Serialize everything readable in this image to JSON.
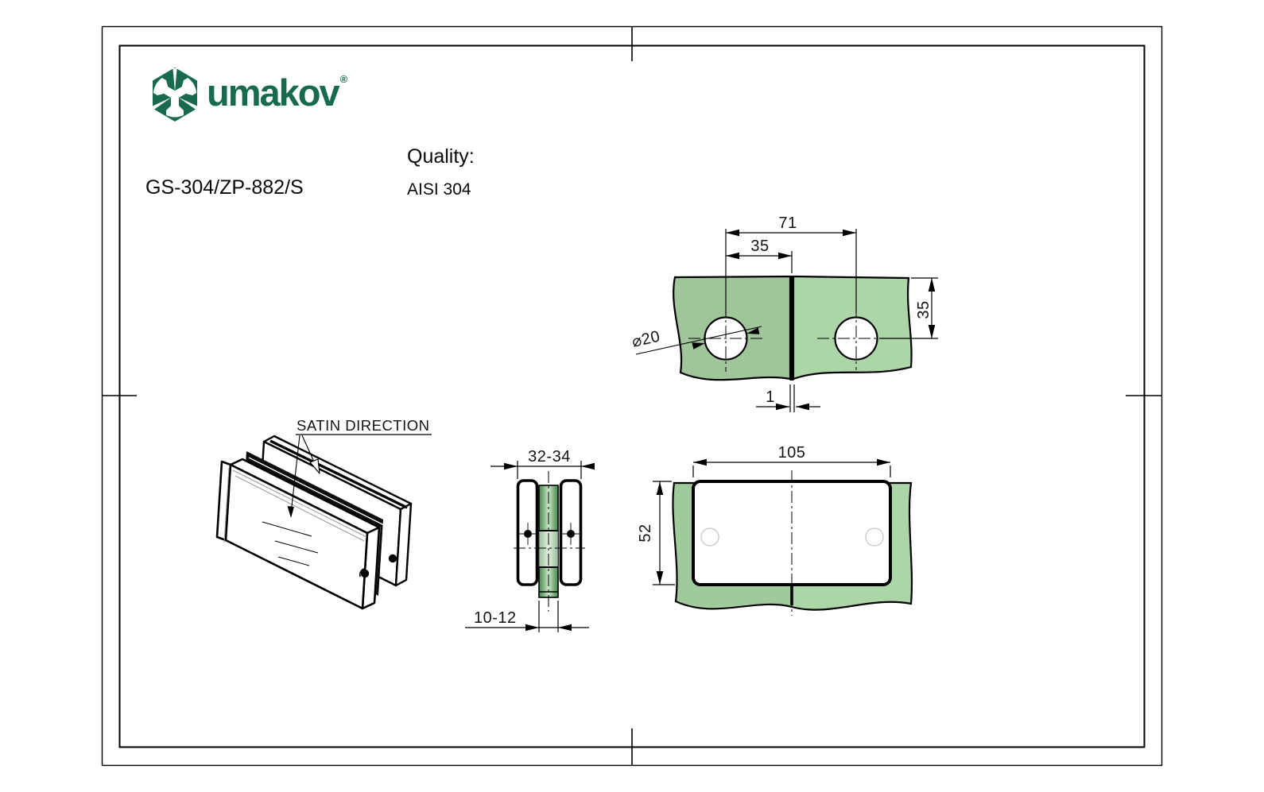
{
  "brand": {
    "logo_text": "umakov",
    "registered": "®"
  },
  "header": {
    "part_number": "GS-304/ZP-882/S",
    "quality_label": "Quality:",
    "quality_value": "AISI 304"
  },
  "annotations": {
    "satin_direction": "SATIN DIRECTION"
  },
  "dimensions": {
    "hole_view": {
      "hole_span": "71",
      "hole_offset": "35",
      "edge_distance": "35",
      "hole_diameter": "⌀20",
      "glass_gap": "1"
    },
    "side_view": {
      "clamp_width": "32-34",
      "glass_thickness": "10-12"
    },
    "front_view": {
      "clamp_length": "105",
      "clamp_height": "52"
    }
  },
  "colors": {
    "brand_green": "#176A50",
    "glass_left": "#A0C59B",
    "glass_right": "#ACD6A7",
    "glass_edge_dark": "#4F8C55",
    "glass_highlight": "#CDE8C8"
  }
}
